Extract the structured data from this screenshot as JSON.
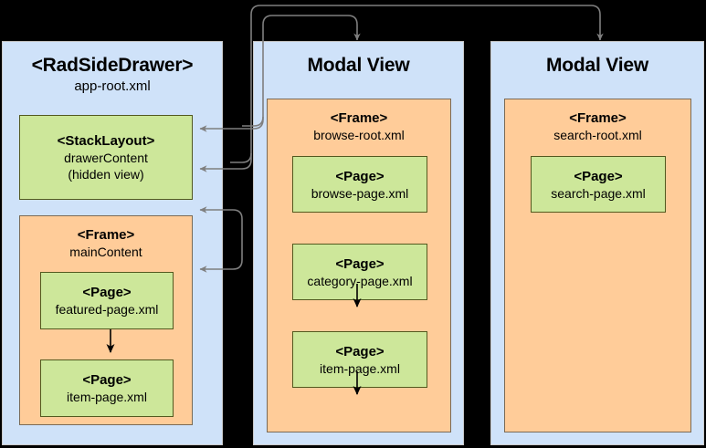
{
  "diagram": {
    "type": "architecture-flow",
    "background_color": "#000000",
    "palette": {
      "panel_blue": "#cfe2f9",
      "frame_orange": "#ffcc99",
      "page_green": "#cde79a",
      "connector_gray": "#7f7f7f",
      "arrow_black": "#000000"
    },
    "columns": [
      {
        "id": "drawer",
        "title": "<RadSideDrawer>",
        "subtitle": "app-root.xml",
        "boxes": [
          {
            "id": "stacklayout",
            "kind": "page",
            "title": "<StackLayout>",
            "lines": [
              "drawerContent",
              "(hidden view)"
            ]
          },
          {
            "id": "mainframe",
            "kind": "frame",
            "title": "<Frame>",
            "lines": [
              "mainContent"
            ],
            "children": [
              {
                "id": "featured-page",
                "kind": "page",
                "title": "<Page>",
                "lines": [
                  "featured-page.xml"
                ]
              },
              {
                "id": "item-page-main",
                "kind": "page",
                "title": "<Page>",
                "lines": [
                  "item-page.xml"
                ]
              }
            ]
          }
        ]
      },
      {
        "id": "browse-modal",
        "title": "Modal View",
        "subtitle": "",
        "boxes": [
          {
            "id": "browse-frame",
            "kind": "frame",
            "title": "<Frame>",
            "lines": [
              "browse-root.xml"
            ],
            "children": [
              {
                "id": "browse-page",
                "kind": "page",
                "title": "<Page>",
                "lines": [
                  "browse-page.xml"
                ]
              },
              {
                "id": "category-page",
                "kind": "page",
                "title": "<Page>",
                "lines": [
                  "category-page.xml"
                ]
              },
              {
                "id": "item-page-browse",
                "kind": "page",
                "title": "<Page>",
                "lines": [
                  "item-page.xml"
                ]
              }
            ]
          }
        ]
      },
      {
        "id": "search-modal",
        "title": "Modal View",
        "subtitle": "",
        "boxes": [
          {
            "id": "search-frame",
            "kind": "frame",
            "title": "<Frame>",
            "lines": [
              "search-root.xml"
            ],
            "children": [
              {
                "id": "search-page",
                "kind": "page",
                "title": "<Page>",
                "lines": [
                  "search-page.xml"
                ]
              }
            ]
          }
        ]
      }
    ]
  }
}
